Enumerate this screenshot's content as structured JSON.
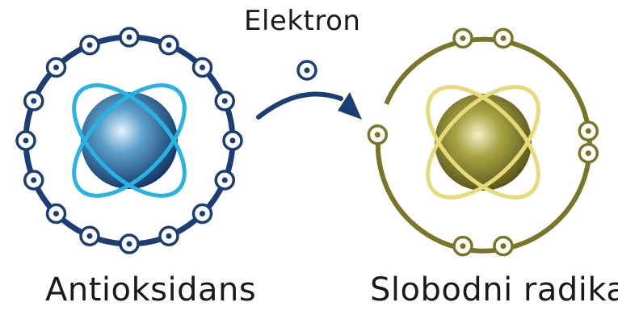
{
  "labels": {
    "electron": "Elektron",
    "antioxidant": "Antioksidans",
    "free_radical": "Slobodni radikal"
  },
  "colors": {
    "antioxidant_ring": "#1b3f74",
    "antioxidant_orbit": "#27b4e4",
    "antioxidant_core_light": "#e6f4fb",
    "antioxidant_core_dark": "#0d2f5c",
    "radical_ring": "#7a7627",
    "radical_orbit": "#e6da7a",
    "radical_core_light": "#f4f1c8",
    "radical_core_dark": "#4a4714",
    "arrow": "#1b3f74",
    "text": "#1a1a1a"
  },
  "antioxidant_electron_count": 16,
  "free_radical_electron_count": 7
}
